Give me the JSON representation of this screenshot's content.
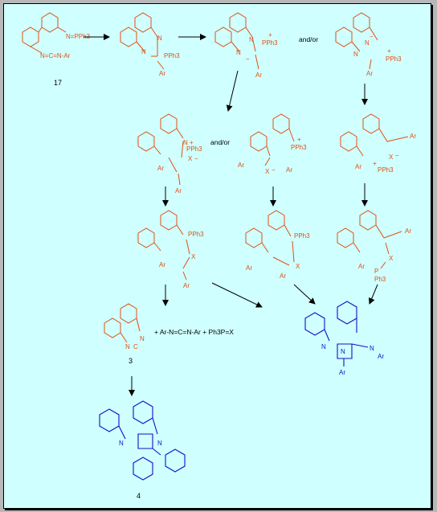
{
  "compounds": {
    "c17": {
      "label_top": "N=PPh3",
      "label_bottom": "N=C=N-Ar",
      "number": "17"
    },
    "c3": {
      "label_n1": "N",
      "label_n2": "N",
      "label_c": "C",
      "number": "3"
    },
    "c4": {
      "number": "4",
      "label_n": "N"
    }
  },
  "row1": {
    "s2": {
      "n1": "N",
      "n2": "N",
      "pph3": "PPh3",
      "ar": "Ar"
    },
    "s3": {
      "n1": "N",
      "n2": "N",
      "pph3": "PPh3",
      "ar": "Ar",
      "plus": "+",
      "minus": "−"
    },
    "andor": "and/or",
    "s4": {
      "n1": "N",
      "n2": "N",
      "pph3": "PPh3",
      "ar": "Ar",
      "plus": "+",
      "minus": "−"
    }
  },
  "row2": {
    "a": {
      "n": "N",
      "pph3": "PPh3",
      "ar": "Ar",
      "x": "X",
      "plus": "+",
      "minus": "−"
    },
    "andor": "and/or",
    "b": {
      "pph3": "PPh3",
      "ar_left": "Ar",
      "ar": "Ar",
      "x": "X",
      "plus": "+",
      "minus": "−"
    },
    "c": {
      "pph3": "PPh3",
      "ar": "Ar",
      "x": "X",
      "plus": "+",
      "minus": "−"
    }
  },
  "row3": {
    "a": {
      "pph3": "PPh3",
      "ar": "Ar",
      "x": "X"
    },
    "b": {
      "pph3": "PPh3",
      "ar_left": "Ar",
      "ar": "Ar",
      "x": "X"
    },
    "c": {
      "p": "P",
      "ph3": "Ph3",
      "ar": "Ar",
      "ar_right": "Ar",
      "x": "X"
    }
  },
  "products": {
    "byproducts": "+ Ar-N=C=N-Ar + Ph3P=X",
    "blue": {
      "n1": "N",
      "n2": "N",
      "n3": "N",
      "ar_down": "Ar",
      "ar_right": "Ar"
    }
  }
}
